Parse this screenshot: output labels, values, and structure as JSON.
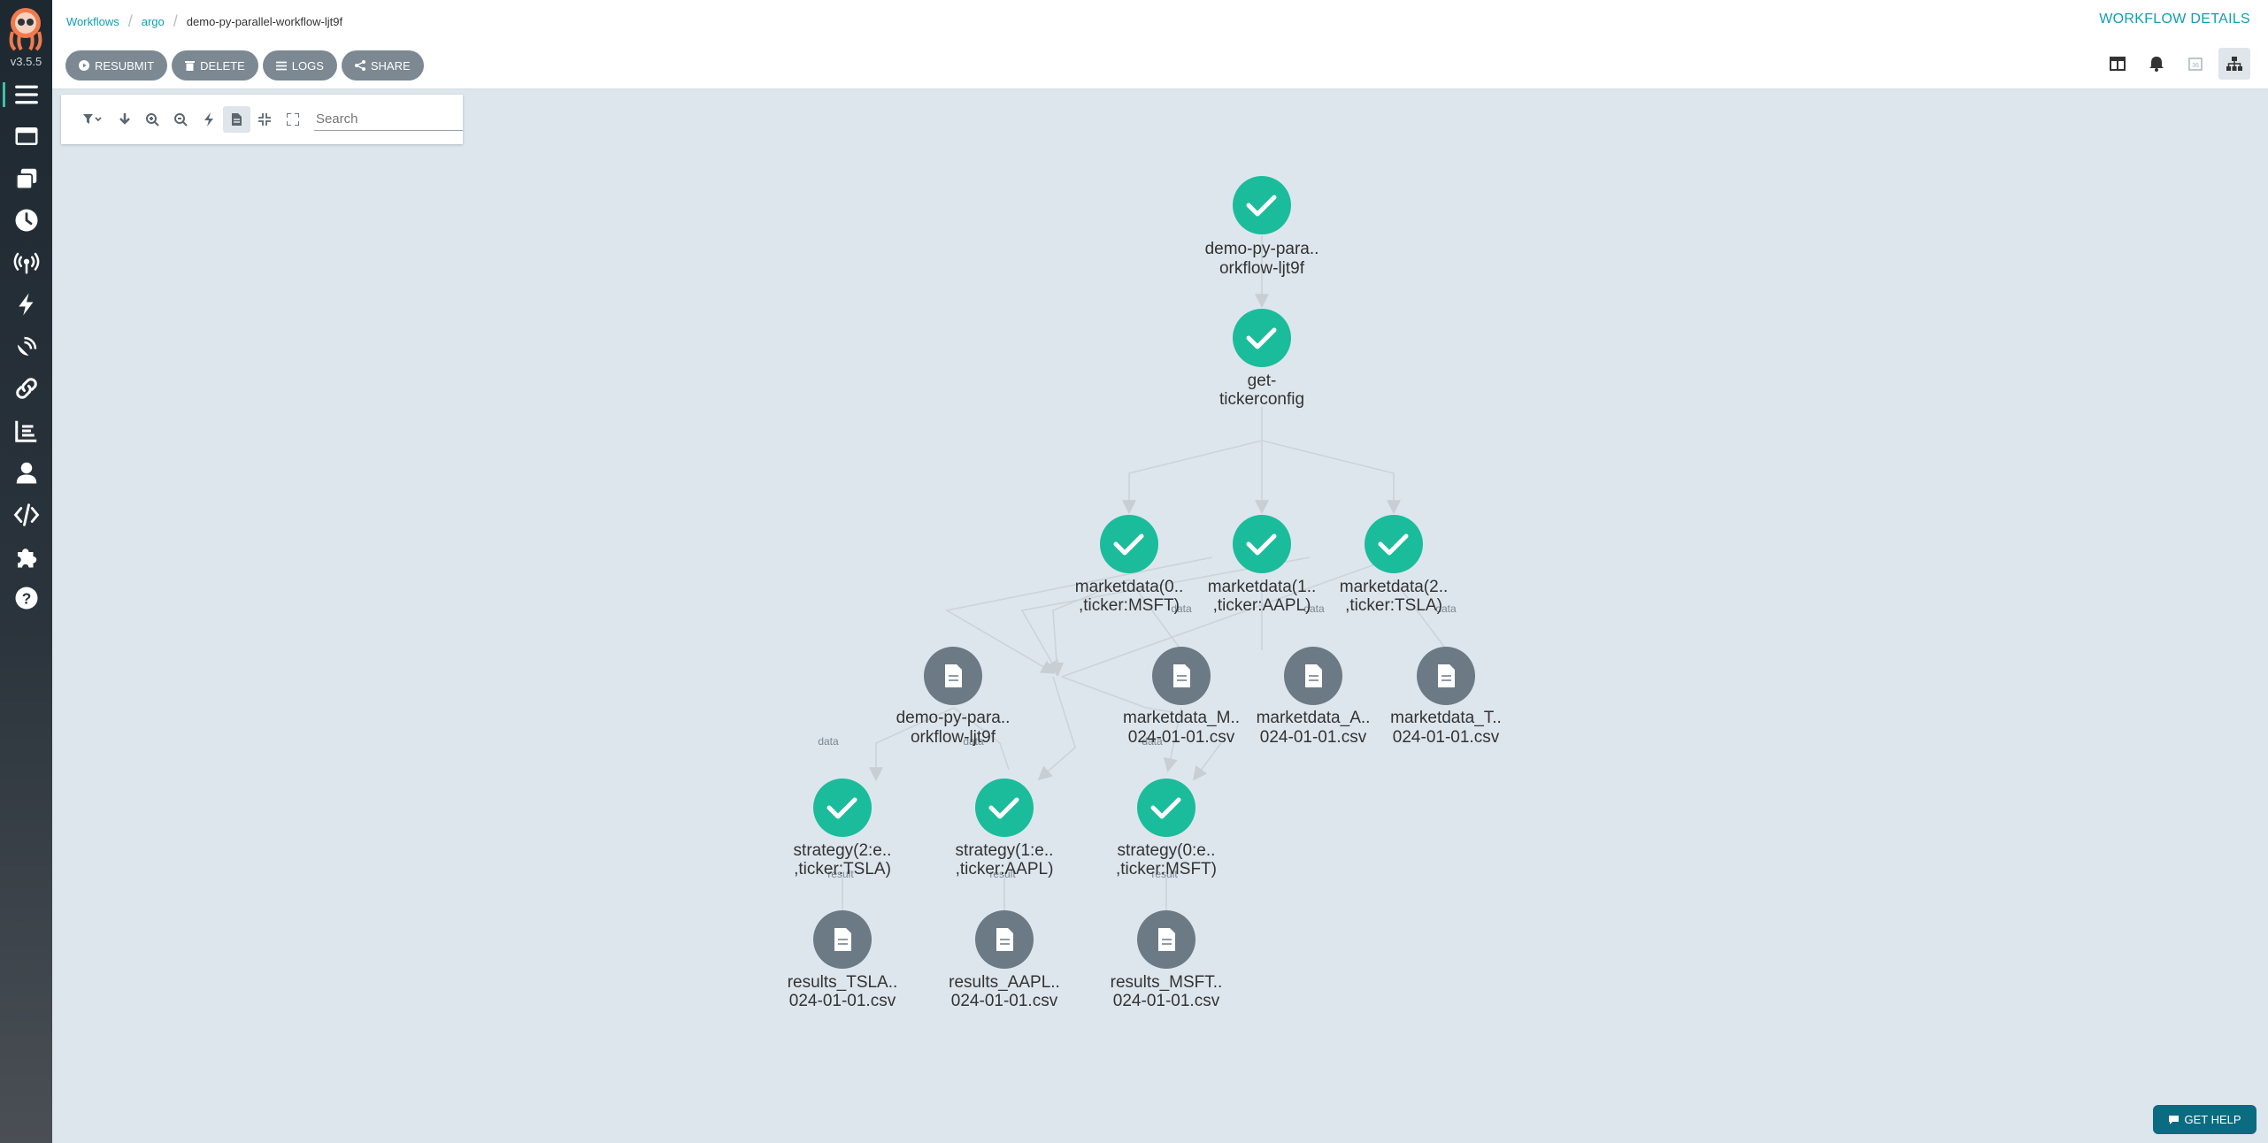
{
  "app": {
    "version": "v3.5.5",
    "sidebar": [
      {
        "name": "workflows",
        "active": true
      },
      {
        "name": "workflow-templates"
      },
      {
        "name": "cluster-workflow-templates"
      },
      {
        "name": "cron-workflows"
      },
      {
        "name": "event-sources"
      },
      {
        "name": "sensors"
      },
      {
        "name": "event-flow"
      },
      {
        "name": "api-docs-links"
      },
      {
        "name": "reports"
      },
      {
        "name": "user-info"
      },
      {
        "name": "api-docs"
      },
      {
        "name": "plugins"
      },
      {
        "name": "help"
      }
    ]
  },
  "header": {
    "breadcrumbs": [
      "Workflows",
      "argo",
      "demo-py-parallel-workflow-ljt9f"
    ],
    "title": "WORKFLOW DETAILS",
    "actions": [
      {
        "label": "RESUBMIT",
        "icon": "play-circle-icon"
      },
      {
        "label": "DELETE",
        "icon": "trash-icon"
      },
      {
        "label": "LOGS",
        "icon": "bars-icon"
      },
      {
        "label": "SHARE",
        "icon": "share-icon"
      }
    ],
    "views": [
      "columns-icon",
      "bell-icon",
      "calendar-icon",
      "sitemap-icon"
    ]
  },
  "toolbar": {
    "search_placeholder": "Search",
    "buttons": [
      "filter-icon",
      "download-icon",
      "zoom-in-icon",
      "zoom-out-icon",
      "bolt-icon",
      "file-icon",
      "compress-icon",
      "expand-icon"
    ]
  },
  "graph": {
    "nodes": {
      "root": {
        "type": "success",
        "l1": "demo-py-para..",
        "l2": "orkflow-ljt9f"
      },
      "getconfig": {
        "type": "success",
        "l1": "get-",
        "l2": "tickerconfig"
      },
      "md0": {
        "type": "success",
        "l1": "marketdata(0..",
        "l2": ",ticker:MSFT)"
      },
      "md1": {
        "type": "success",
        "l1": "marketdata(1..",
        "l2": ",ticker:AAPL)"
      },
      "md2": {
        "type": "success",
        "l1": "marketdata(2..",
        "l2": ",ticker:TSLA)"
      },
      "art_root": {
        "type": "artifact",
        "l1": "demo-py-para..",
        "l2": "orkflow-ljt9f"
      },
      "art_m": {
        "type": "artifact",
        "l1": "marketdata_M..",
        "l2": "024-01-01.csv"
      },
      "art_a": {
        "type": "artifact",
        "l1": "marketdata_A..",
        "l2": "024-01-01.csv"
      },
      "art_t": {
        "type": "artifact",
        "l1": "marketdata_T..",
        "l2": "024-01-01.csv"
      },
      "st2": {
        "type": "success",
        "l1": "strategy(2:e..",
        "l2": ",ticker:TSLA)"
      },
      "st1": {
        "type": "success",
        "l1": "strategy(1:e..",
        "l2": ",ticker:AAPL)"
      },
      "st0": {
        "type": "success",
        "l1": "strategy(0:e..",
        "l2": ",ticker:MSFT)"
      },
      "res_t": {
        "type": "artifact",
        "l1": "results_TSLA..",
        "l2": "024-01-01.csv"
      },
      "res_a": {
        "type": "artifact",
        "l1": "results_AAPL..",
        "l2": "024-01-01.csv"
      },
      "res_m": {
        "type": "artifact",
        "l1": "results_MSFT..",
        "l2": "024-01-01.csv"
      }
    },
    "edge_labels": {
      "data": "data",
      "result": "result"
    }
  },
  "help_button": "GET HELP",
  "colors": {
    "success": "#1bbc9b",
    "artifact": "#6c7a86",
    "accent": "#0f9fb0"
  }
}
